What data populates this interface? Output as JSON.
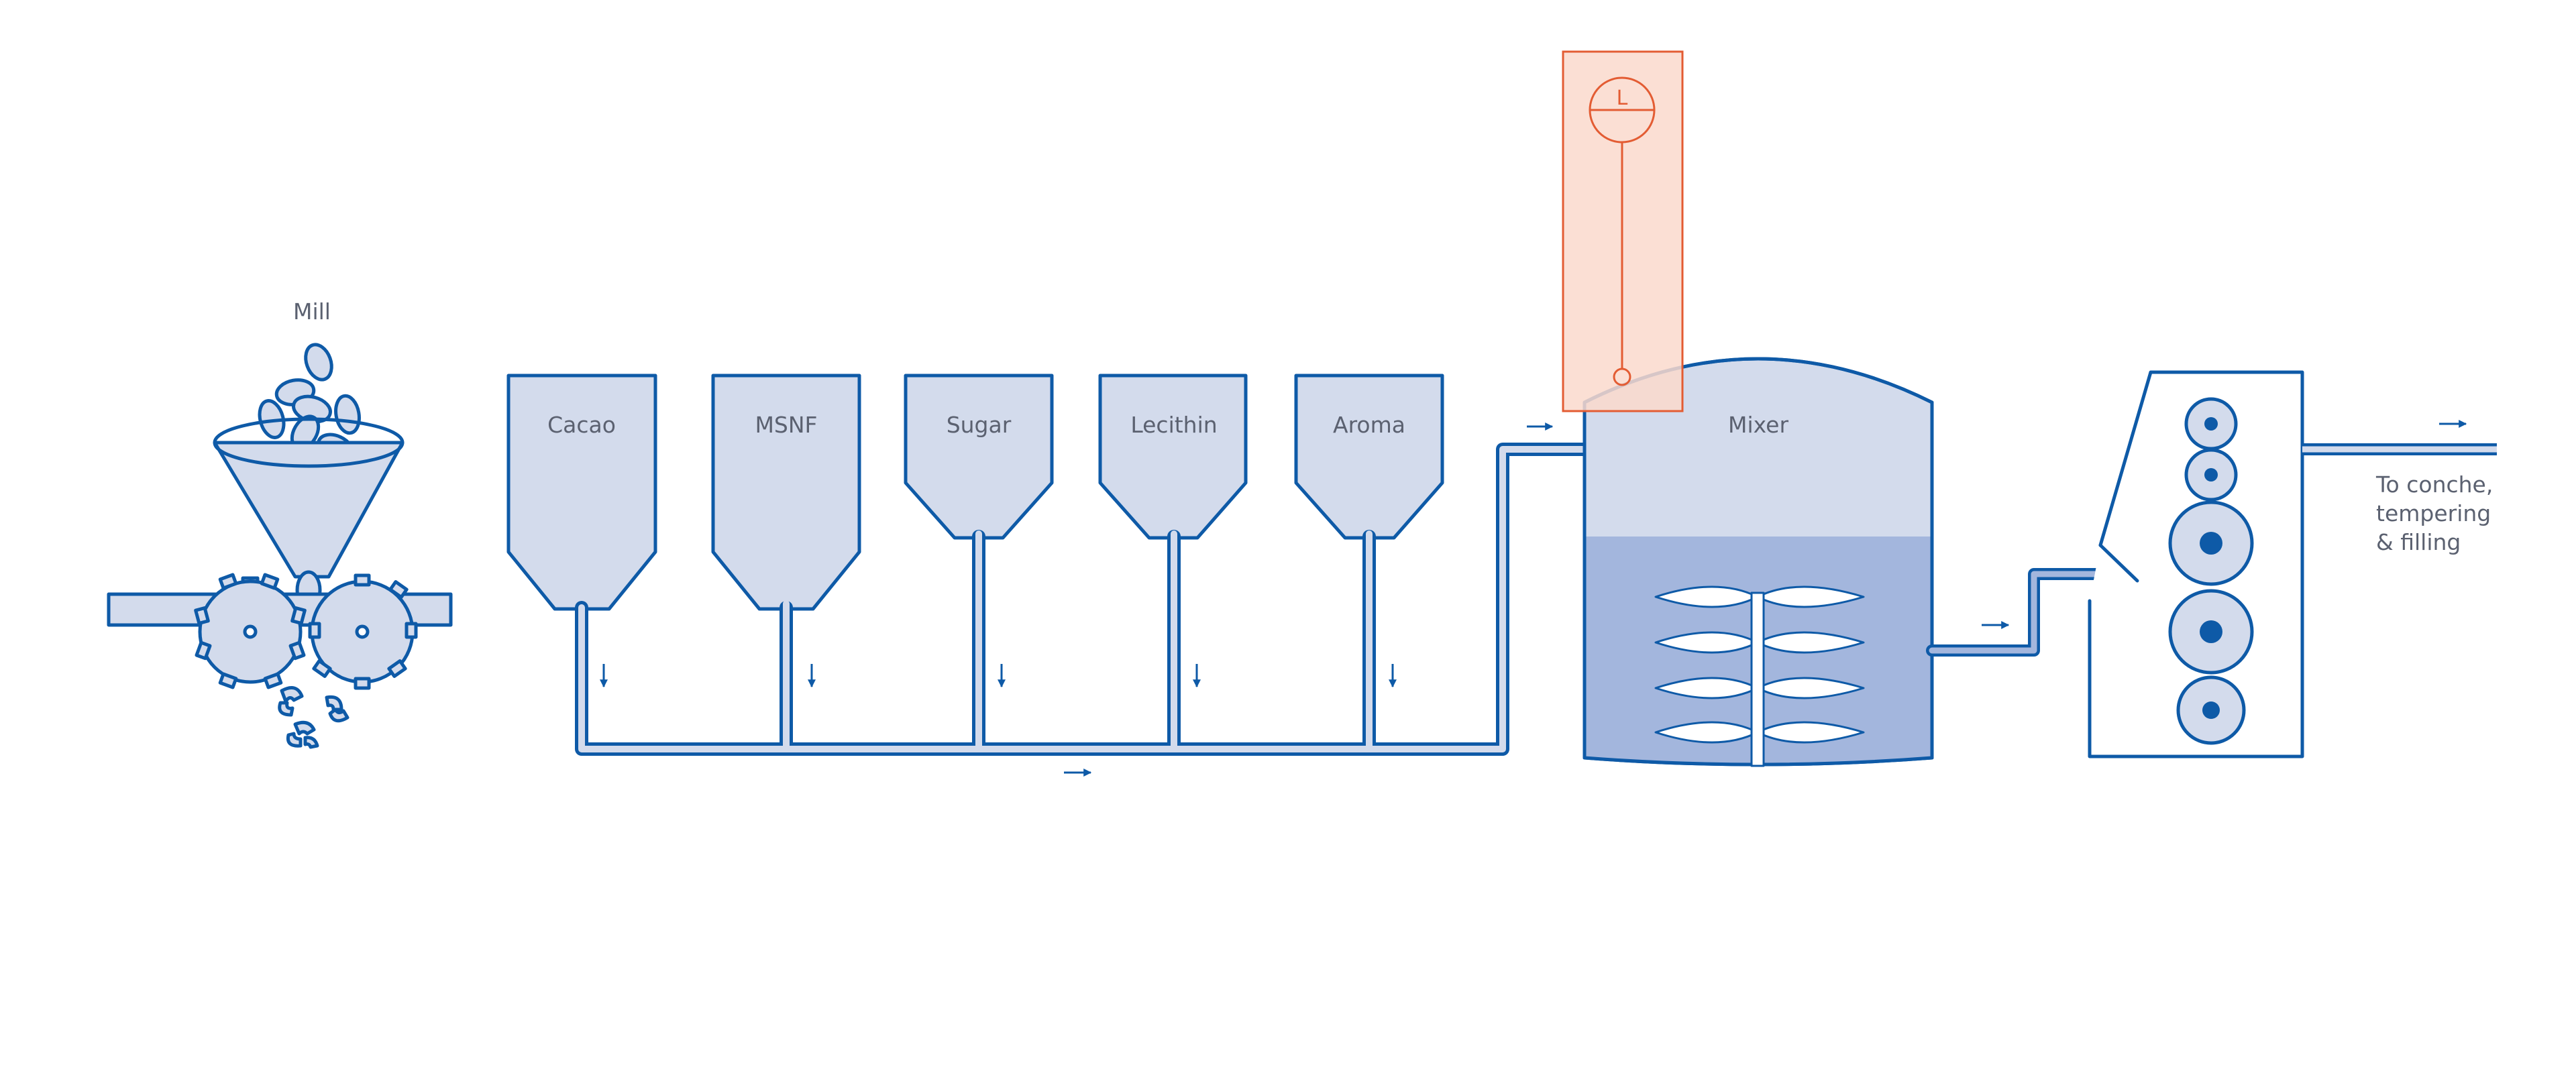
{
  "labels": {
    "mill": "Mill",
    "mixer": "Mixer",
    "output_line1": "To conche,",
    "output_line2": "tempering",
    "output_line3": "& filling"
  },
  "silos": [
    {
      "id": "cacao",
      "label": "Cacao"
    },
    {
      "id": "msnf",
      "label": "MSNF"
    },
    {
      "id": "sugar",
      "label": "Sugar"
    },
    {
      "id": "lecithin",
      "label": "Lecithin"
    },
    {
      "id": "aroma",
      "label": "Aroma"
    }
  ],
  "level_sensor": {
    "symbol": "L"
  },
  "colors": {
    "stroke": "#0e5aa7",
    "fill_light": "#d3dbec",
    "fill_product": "#a3b6dd",
    "sensor_box_fill": "#fad9cd",
    "sensor_stroke": "#e35c33",
    "label_text": "#5b6170"
  }
}
